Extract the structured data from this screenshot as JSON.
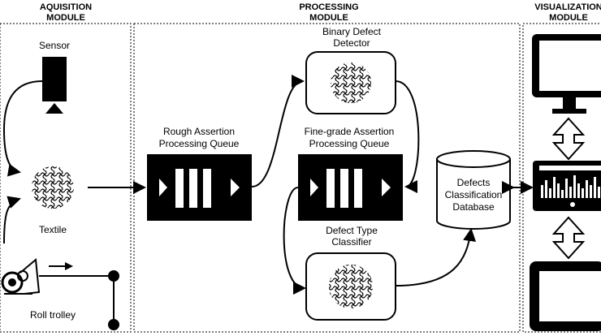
{
  "modules": {
    "acquisition": {
      "title_line1": "AQUISITION",
      "title_line2": "MODULE"
    },
    "processing": {
      "title_line1": "PROCESSING",
      "title_line2": "MODULE"
    },
    "visualization": {
      "title_line1": "VISUALIZATION",
      "title_line2": "MODULE"
    }
  },
  "acquisition": {
    "sensor_label": "Sensor",
    "textile_label": "Textile",
    "trolley_label": "Roll trolley"
  },
  "processing": {
    "rough_queue_line1": "Rough Assertion",
    "rough_queue_line2": "Processing Queue",
    "fine_queue_line1": "Fine-grade Assertion",
    "fine_queue_line2": "Processing Queue",
    "binary_detector_line1": "Binary Defect",
    "binary_detector_line2": "Detector",
    "type_classifier_line1": "Defect Type",
    "type_classifier_line2": "Classifier",
    "database_line1": "Defects",
    "database_line2": "Classification",
    "database_line3": "Database"
  },
  "icons": {
    "sensor": "sensor-icon",
    "textile": "textile-weave-icon",
    "trolley": "roll-trolley-icon",
    "queue": "queue-icon",
    "weave": "weave-pattern-icon",
    "database": "database-cylinder-icon",
    "monitor": "monitor-icon",
    "equalizer": "equalizer-panel-icon",
    "tablet": "tablet-icon",
    "bidirectional_arrow": "double-arrow-icon"
  }
}
